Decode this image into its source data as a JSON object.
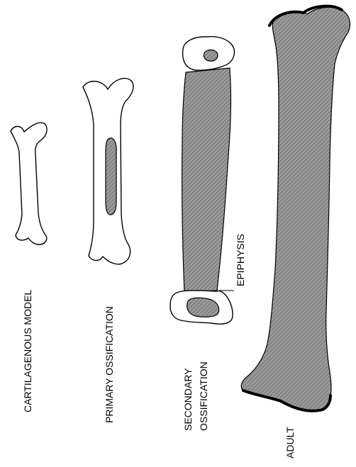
{
  "labels": {
    "cartilagenous_model": "CARTILAGENOUS MODEL",
    "primary_ossification": "PRIMARY OSSIFICATION",
    "secondary_ossification_line1": "SECONDARY",
    "secondary_ossification_line2": "OSSIFICATION",
    "epiphysis": "EPIPHYSIS",
    "adult": "ADULT"
  },
  "colors": {
    "outline": "#000000",
    "cartilage": "#ffffff",
    "ossified": "#8a8a8a",
    "background": "#ffffff"
  }
}
